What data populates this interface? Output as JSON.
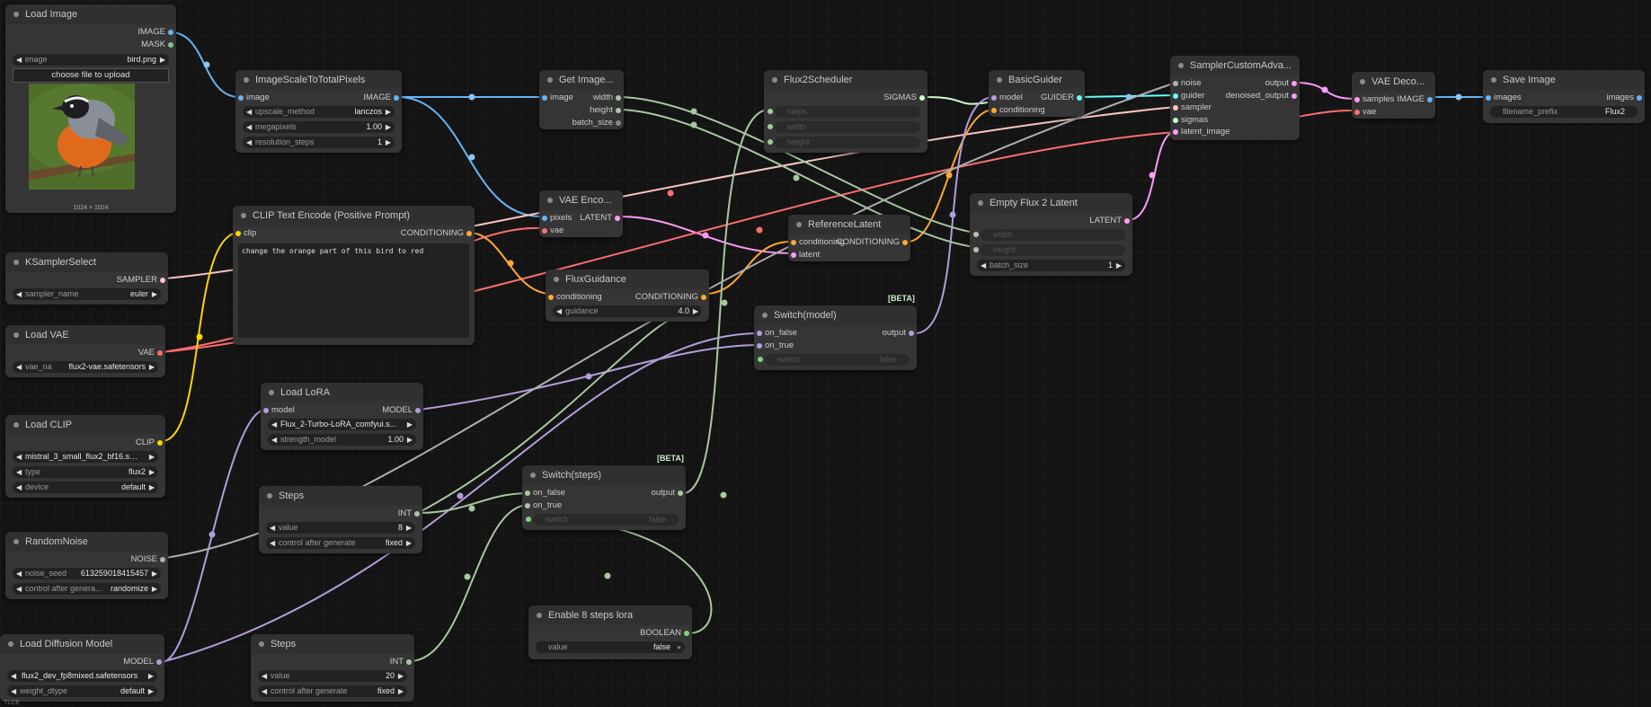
{
  "nodes": {
    "load_image": {
      "title": "Load Image",
      "outputs": [
        "IMAGE",
        "MASK"
      ],
      "image_label": "image",
      "image_value": "bird.png",
      "upload_label": "choose file to upload",
      "size_caption": "1024 × 1024"
    },
    "scale": {
      "title": "ImageScaleToTotalPixels",
      "input": "image",
      "output": "IMAGE",
      "w1_label": "upscale_method",
      "w1_value": "lanczos",
      "w2_label": "megapixels",
      "w2_value": "1.00",
      "w3_label": "resolution_steps",
      "w3_value": "1"
    },
    "get_image": {
      "title": "Get Image...",
      "input": "image",
      "outputs": [
        "width",
        "height",
        "batch_size"
      ]
    },
    "flux2_sched": {
      "title": "Flux2Scheduler",
      "output": "SIGMAS",
      "inputs": [
        "steps",
        "width",
        "height"
      ]
    },
    "basic_guider": {
      "title": "BasicGuider",
      "inputs": [
        "model",
        "conditioning"
      ],
      "output": "GUIDER"
    },
    "sampler_custom": {
      "title": "SamplerCustomAdva...",
      "inputs": [
        "noise",
        "guider",
        "sampler",
        "sigmas",
        "latent_image"
      ],
      "outputs": [
        "output",
        "denoised_output"
      ]
    },
    "vae_decode": {
      "title": "VAE Deco...",
      "inputs": [
        "samples",
        "vae"
      ],
      "output": "IMAGE"
    },
    "save_image": {
      "title": "Save Image",
      "input": "images",
      "output": "images",
      "w_label": "filename_prefix",
      "w_value": "Flux2"
    },
    "clip_text": {
      "title": "CLIP Text Encode (Positive Prompt)",
      "input": "clip",
      "output": "CONDITIONING",
      "text": "change the orange part of this bird to red"
    },
    "vae_encode": {
      "title": "VAE Enco...",
      "inputs": [
        "pixels",
        "vae"
      ],
      "output": "LATENT"
    },
    "ref_latent": {
      "title": "ReferenceLatent",
      "inputs": [
        "conditioning",
        "latent"
      ],
      "output": "CONDITIONING"
    },
    "empty_latent": {
      "title": "Empty Flux 2 Latent",
      "output": "LATENT",
      "w1_label": "width",
      "w2_label": "height",
      "w3_label": "batch_size",
      "w3_value": "1"
    },
    "flux_guidance": {
      "title": "FluxGuidance",
      "input": "conditioning",
      "output": "CONDITIONING",
      "w_label": "guidance",
      "w_value": "4.0"
    },
    "ksampler_select": {
      "title": "KSamplerSelect",
      "output": "SAMPLER",
      "w_label": "sampler_name",
      "w_value": "euler"
    },
    "load_vae": {
      "title": "Load VAE",
      "output": "VAE",
      "w_label": "vae_na",
      "w_value": "flux2-vae.safetensors"
    },
    "switch_model": {
      "title": "Switch(model)",
      "badge": "[BETA]",
      "inputs": [
        "on_false",
        "on_true",
        "switch"
      ],
      "output": "output",
      "switch_value": "false"
    },
    "load_lora": {
      "title": "Load LoRA",
      "input": "model",
      "output": "MODEL",
      "w1_value": "Flux_2-Turbo-LoRA_comfyui.s...",
      "w2_label": "strength_model",
      "w2_value": "1.00"
    },
    "load_clip": {
      "title": "Load CLIP",
      "output": "CLIP",
      "w1_value": "mistral_3_small_flux2_bf16.safe...",
      "w2_label": "type",
      "w2_value": "flux2",
      "w3_label": "device",
      "w3_value": "default"
    },
    "steps_a": {
      "title": "Steps",
      "output": "INT",
      "w1_label": "value",
      "w1_value": "8",
      "w2_label": "control after generate",
      "w2_value": "fixed"
    },
    "switch_steps": {
      "title": "Switch(steps)",
      "badge": "[BETA]",
      "inputs": [
        "on_false",
        "on_true",
        "switch"
      ],
      "output": "output",
      "switch_value": "false"
    },
    "random_noise": {
      "title": "RandomNoise",
      "output": "NOISE",
      "w1_label": "noise_seed",
      "w1_value": "613259018415457",
      "w2_label": "control after genera...",
      "w2_value": "randomize"
    },
    "enable_lora": {
      "title": "Enable 8 steps lora",
      "output": "BOOLEAN",
      "w_label": "value",
      "w_value": "false"
    },
    "load_diffusion": {
      "title": "Load Diffusion Model",
      "output": "MODEL",
      "w1_value": "flux2_dev_fp8mixed.safetensors",
      "w2_label": "weight_dtype",
      "w2_value": "default"
    },
    "steps_b": {
      "title": "Steps",
      "output": "INT",
      "w1_label": "value",
      "w1_value": "20",
      "w2_label": "control after generate",
      "w2_value": "fixed"
    }
  },
  "colors": {
    "image": "#64b5f6",
    "mask": "#81c784",
    "latent": "#ff9cf9",
    "conditioning": "#ffa931",
    "clip": "#ffd500",
    "vae": "#ff6e6e",
    "model": "#b39ddb",
    "int": "#a8c8a0",
    "sampler": "#ffc4c4",
    "noise": "#b0b0b0",
    "guider": "#66ffff",
    "sigmas": "#cdffcd",
    "boolean": "#7ed37e"
  },
  "footer_label": "TLCE"
}
